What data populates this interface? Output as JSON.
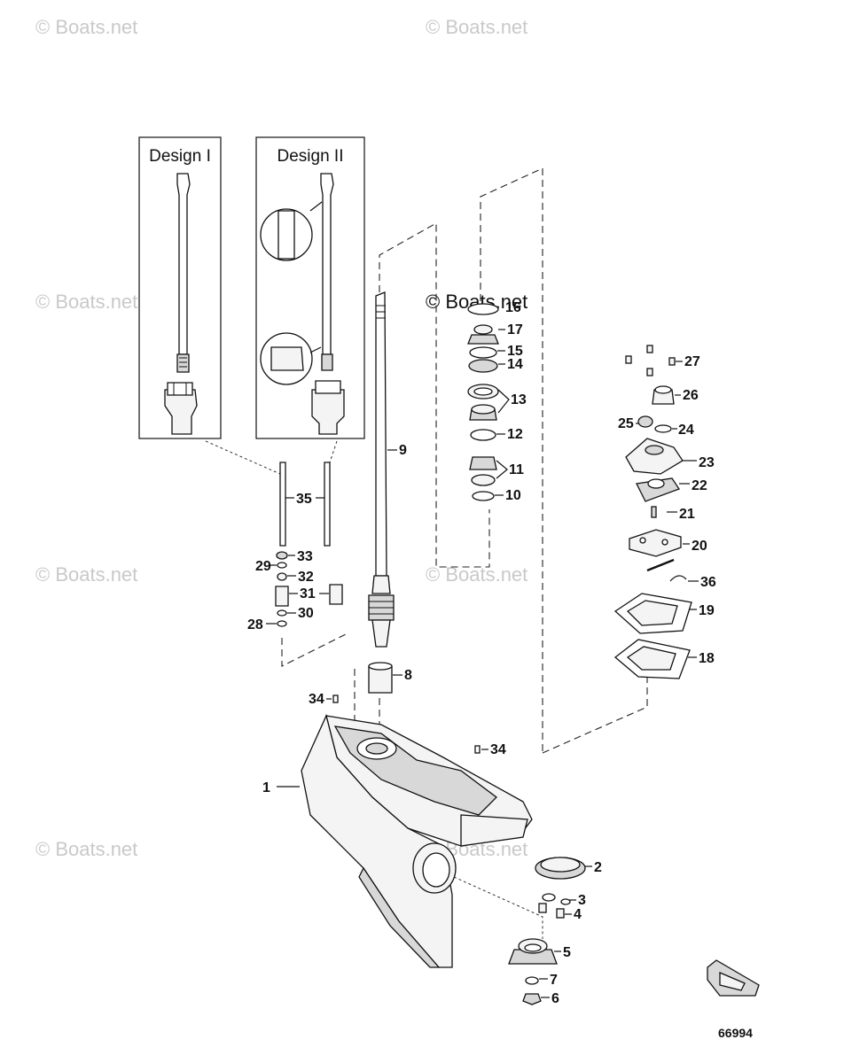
{
  "watermark": "© Boats.net",
  "design_labels": [
    "Design I",
    "Design II"
  ],
  "diagram_number": "66994",
  "callouts": [
    "1",
    "2",
    "3",
    "4",
    "5",
    "6",
    "7",
    "8",
    "9",
    "10",
    "11",
    "12",
    "13",
    "14",
    "15",
    "16",
    "17",
    "18",
    "19",
    "20",
    "21",
    "22",
    "23",
    "24",
    "25",
    "26",
    "27",
    "28",
    "29",
    "30",
    "31",
    "32",
    "33",
    "34",
    "35",
    "36"
  ]
}
